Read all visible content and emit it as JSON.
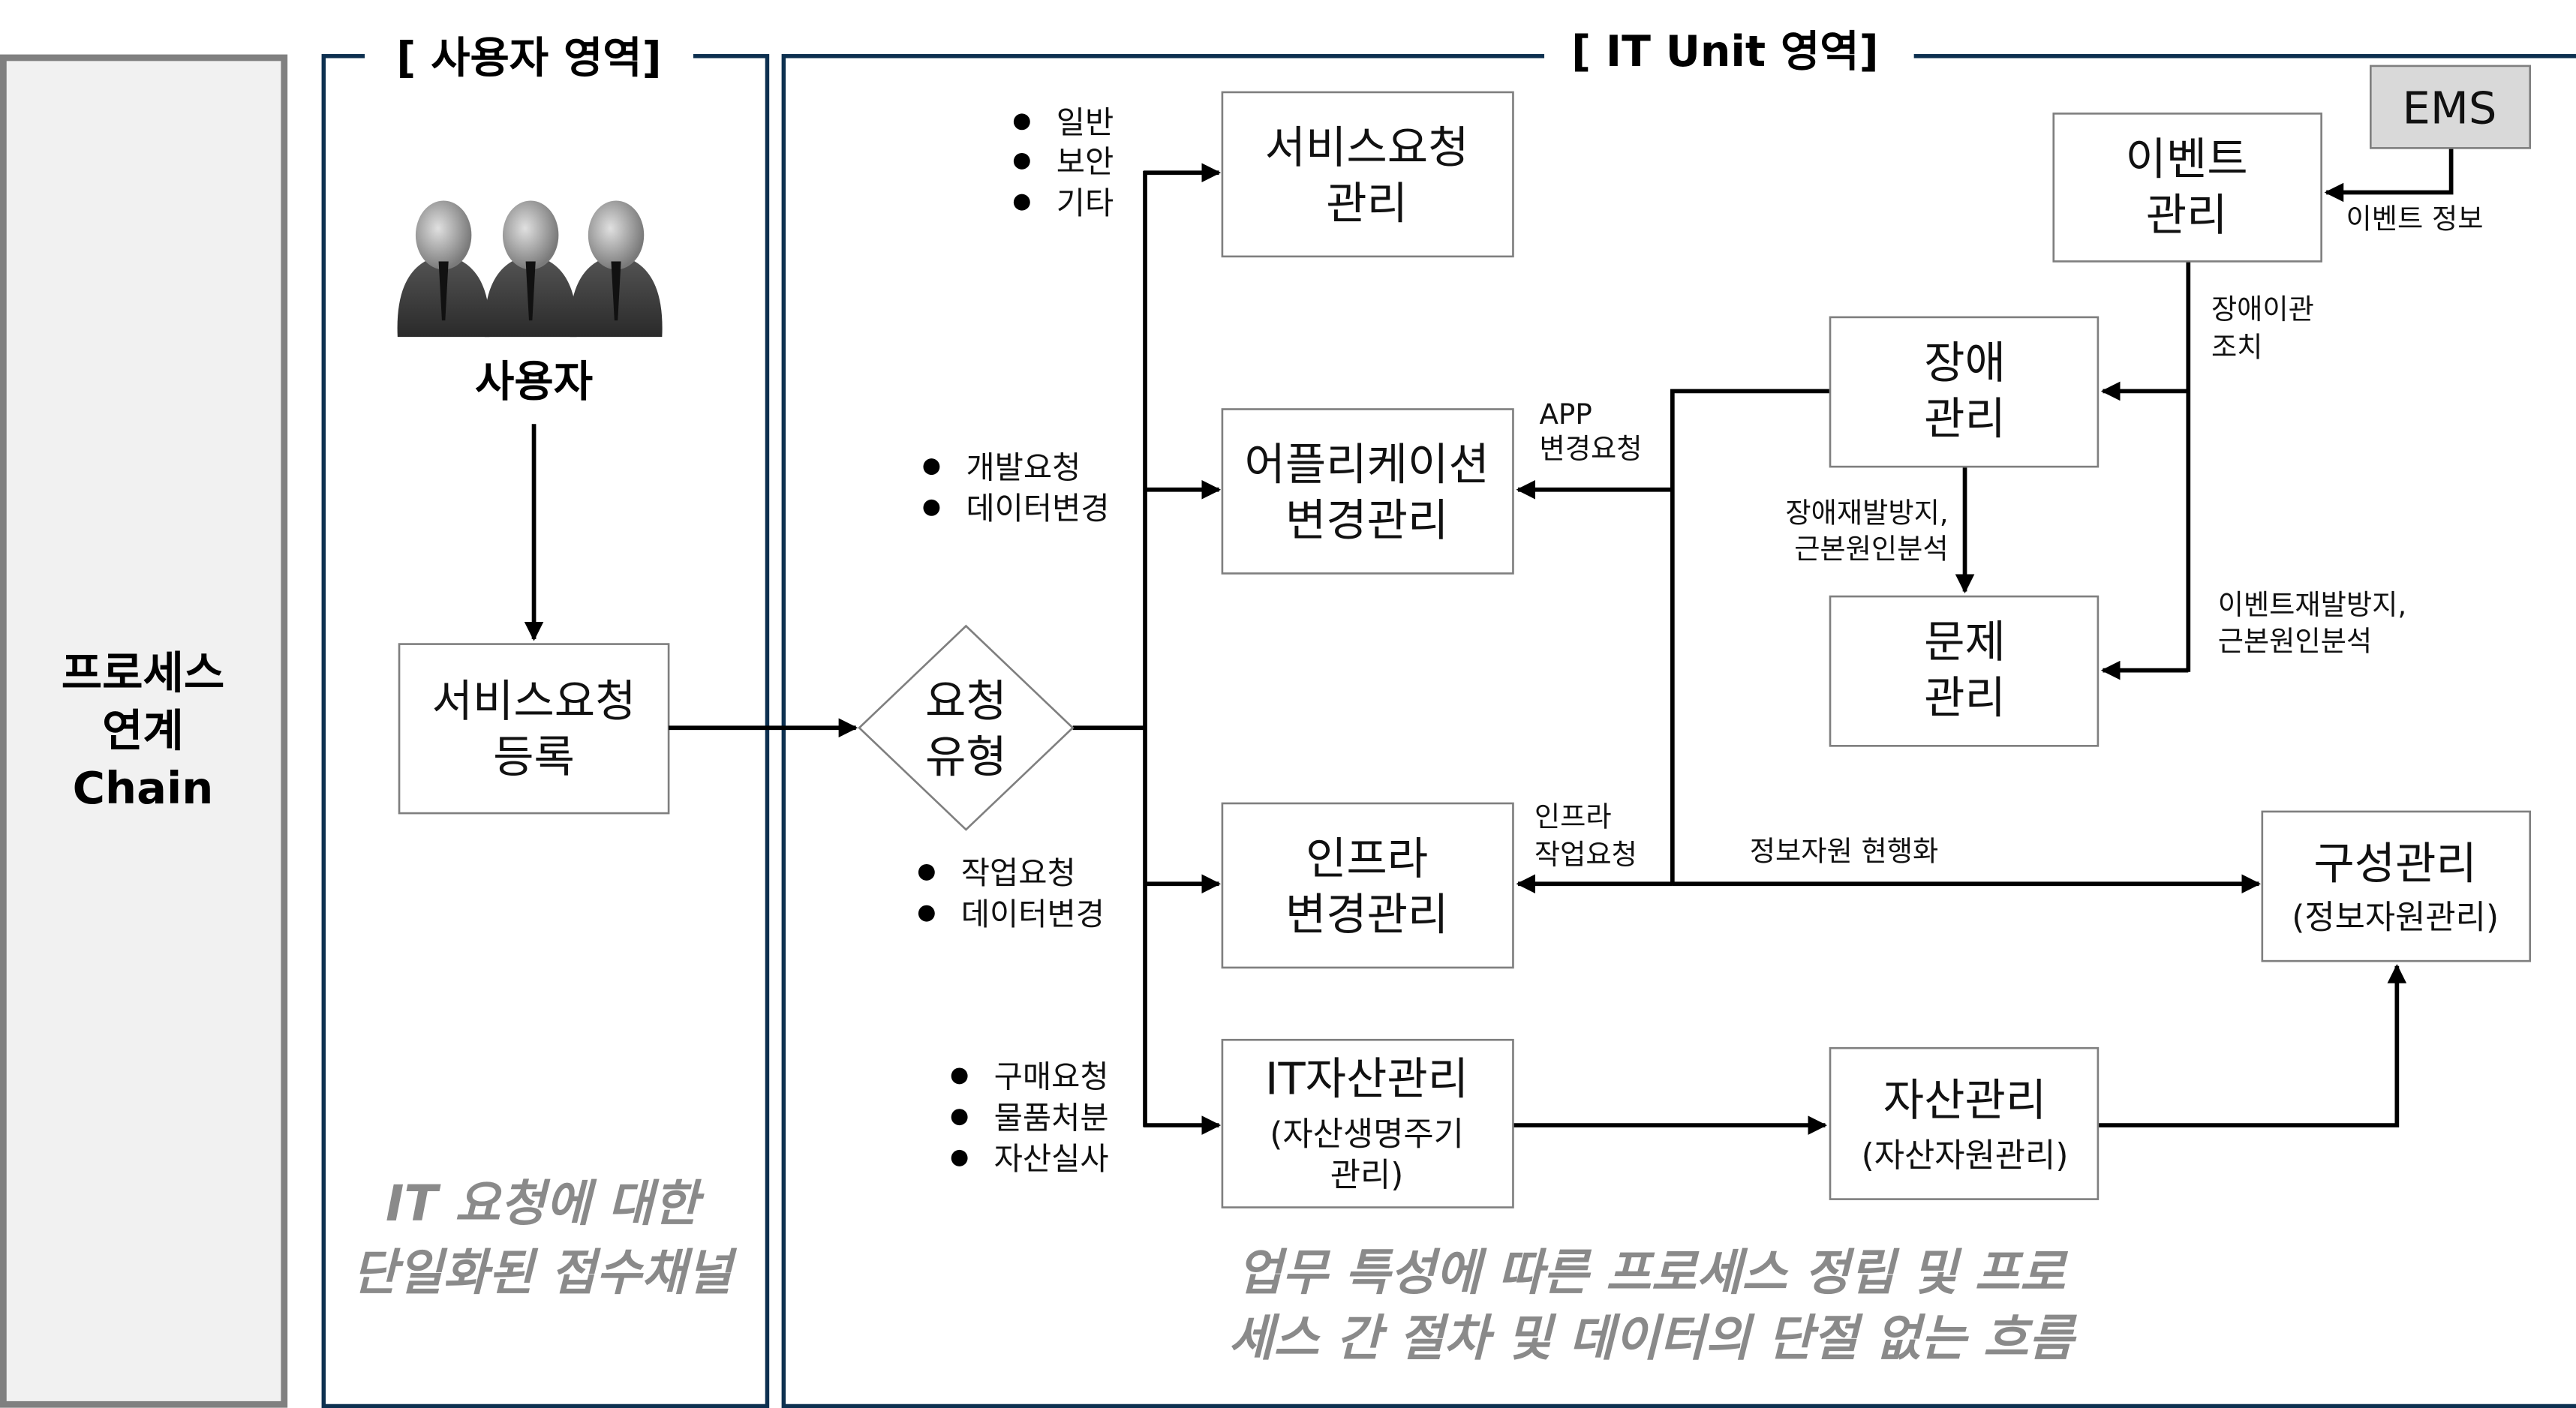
{
  "left_panel": {
    "lines": [
      "프로세스",
      "연계",
      "Chain"
    ]
  },
  "user_zone": {
    "title": "[ 사용자 영역]",
    "user_label": "사용자",
    "register_box": [
      "서비스요청",
      "등록"
    ],
    "note": [
      "IT 요청에 대한",
      "단일화된 접수채널"
    ]
  },
  "it_zone": {
    "title": "[ IT Unit 영역]",
    "request_type": [
      "요청",
      "유형"
    ],
    "service_request_mgmt": [
      "서비스요청",
      "관리"
    ],
    "app_change_mgmt": [
      "어플리케이션",
      "변경관리"
    ],
    "infra_change_mgmt": [
      "인프라",
      "변경관리"
    ],
    "it_asset_mgmt": [
      "IT자산관리",
      "(자산생명주기",
      "관리)"
    ],
    "ems": "EMS",
    "event_mgmt": [
      "이벤트",
      "관리"
    ],
    "incident_mgmt": [
      "장애",
      "관리"
    ],
    "problem_mgmt": [
      "문제",
      "관리"
    ],
    "config_mgmt": [
      "구성관리",
      "(정보자원관리)"
    ],
    "asset_mgmt": [
      "자산관리",
      "(자산자원관리)"
    ],
    "bullets_service": [
      "일반",
      "보안",
      "기타"
    ],
    "bullets_app": [
      "개발요청",
      "데이터변경"
    ],
    "bullets_infra": [
      "작업요청",
      "데이터변경"
    ],
    "bullets_asset": [
      "구매요청",
      "물품처분",
      "자산실사"
    ],
    "labels": {
      "event_info": "이벤트 정보",
      "incident_transfer": [
        "장애이관",
        "조치"
      ],
      "incident_prevention": [
        "장애재발방지,",
        "근본원인분석"
      ],
      "event_prevention": [
        "이벤트재발방지,",
        "근본원인분석"
      ],
      "app_change_request": [
        "APP",
        "변경요청"
      ],
      "infra_work_request": [
        "인프라",
        "작업요청"
      ],
      "resource_update": "정보자원 현행화"
    },
    "note": [
      "업무 특성에 따른 프로세스 정립 및 프로",
      "세스 간 절차 및 데이터의 단절 없는 흐름"
    ]
  }
}
